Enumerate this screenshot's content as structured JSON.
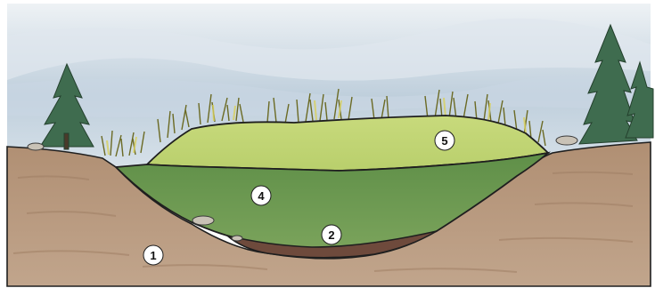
{
  "diagram": {
    "layers": [
      {
        "id": "mineral-soil",
        "number": "1",
        "color": "#b89a7f"
      },
      {
        "id": "bottom-layer",
        "number": "2",
        "color": "#6e4a3c"
      },
      {
        "id": "middle-layer",
        "number": "4",
        "color": "#6e9a52"
      },
      {
        "id": "surface-layer",
        "number": "5",
        "color": "#c6d777"
      }
    ],
    "colors": {
      "sky_top": "#e8edf1",
      "sky_mid": "#b7c8d7",
      "ground": "#b89a7f",
      "tree": "#3f6c4f",
      "grass": "#7a7b2c",
      "outline": "#1f1f1f",
      "marker_fill": "#ffffff"
    }
  }
}
